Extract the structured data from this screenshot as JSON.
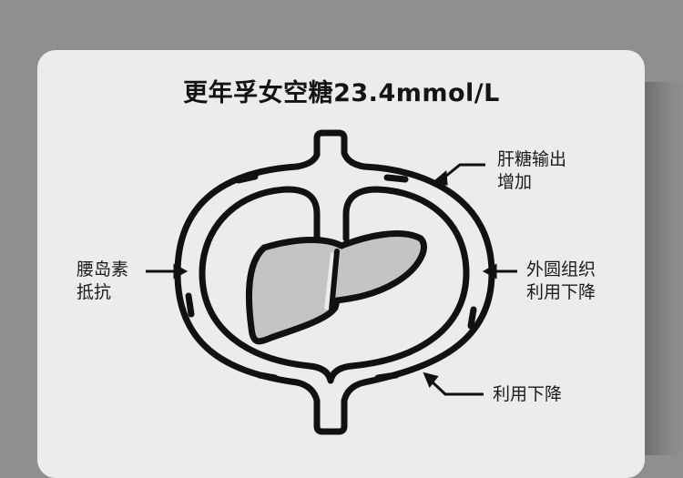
{
  "title": "更年孚女空糖23.4mmol/L",
  "labels": {
    "top_right_line1": "肝糖输出",
    "top_right_line2": "增加",
    "left_line1": "腰岛素",
    "left_line2": "抵抗",
    "right_line1": "外圆组织",
    "right_line2": "利用下降",
    "bottom_right": "利用下降"
  },
  "diagram": {
    "center_organ": "liver",
    "vessel": "blood-vessel-loop"
  },
  "colors": {
    "background": "#8f8f8d",
    "card": "#ececec",
    "stroke": "#111111",
    "liver_fill": "#c4c4c4",
    "text": "#1a1a1a"
  }
}
